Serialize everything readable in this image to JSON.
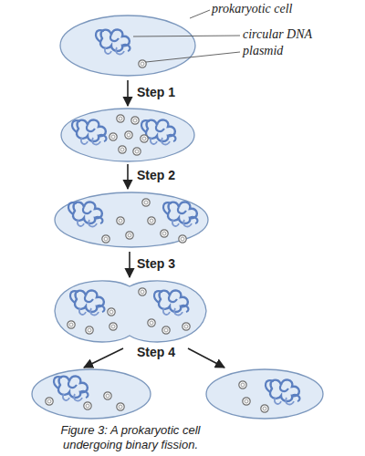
{
  "diagram": {
    "caption": "Figure 3: A prokaryotic cell undergoing binary fission.",
    "labels": [
      "prokaryotic cell",
      "circular DNA",
      "plasmid",
      "Step 1",
      "Step 2",
      "Step 3",
      "Step 4"
    ]
  }
}
